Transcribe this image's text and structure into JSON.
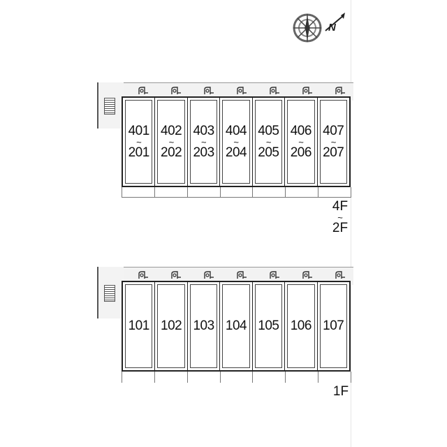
{
  "compass": {
    "icon": "compass-rose-icon",
    "north_marker": "N"
  },
  "upper_floor": {
    "label": {
      "top": "4F",
      "tilde": "~",
      "bottom": "2F"
    },
    "units": [
      {
        "top": "401",
        "tilde": "~",
        "bottom": "201"
      },
      {
        "top": "402",
        "tilde": "~",
        "bottom": "202"
      },
      {
        "top": "403",
        "tilde": "~",
        "bottom": "203"
      },
      {
        "top": "404",
        "tilde": "~",
        "bottom": "204"
      },
      {
        "top": "405",
        "tilde": "~",
        "bottom": "205"
      },
      {
        "top": "406",
        "tilde": "~",
        "bottom": "206"
      },
      {
        "top": "407",
        "tilde": "~",
        "bottom": "207"
      }
    ]
  },
  "ground_floor": {
    "label": "1F",
    "units": [
      "101",
      "102",
      "103",
      "104",
      "105",
      "106",
      "107"
    ]
  }
}
